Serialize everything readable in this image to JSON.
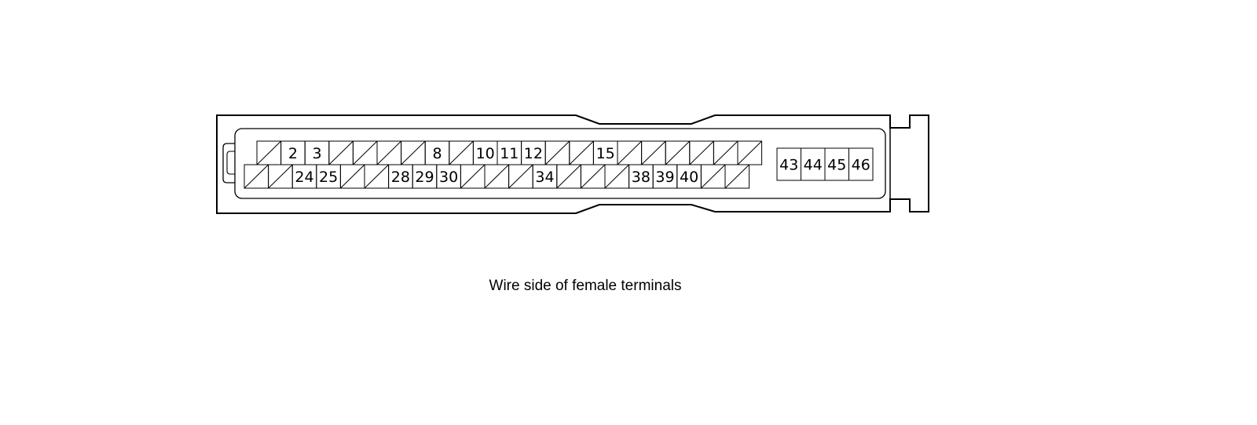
{
  "connector": {
    "top_row": [
      {
        "label": ""
      },
      {
        "label": "2"
      },
      {
        "label": "3"
      },
      {
        "label": ""
      },
      {
        "label": ""
      },
      {
        "label": ""
      },
      {
        "label": ""
      },
      {
        "label": "8"
      },
      {
        "label": ""
      },
      {
        "label": "10"
      },
      {
        "label": "11"
      },
      {
        "label": "12"
      },
      {
        "label": ""
      },
      {
        "label": ""
      },
      {
        "label": "15"
      },
      {
        "label": ""
      },
      {
        "label": ""
      },
      {
        "label": ""
      },
      {
        "label": ""
      },
      {
        "label": ""
      },
      {
        "label": ""
      }
    ],
    "bottom_row": [
      {
        "label": ""
      },
      {
        "label": ""
      },
      {
        "label": "24"
      },
      {
        "label": "25"
      },
      {
        "label": ""
      },
      {
        "label": ""
      },
      {
        "label": "28"
      },
      {
        "label": "29"
      },
      {
        "label": "30"
      },
      {
        "label": ""
      },
      {
        "label": ""
      },
      {
        "label": ""
      },
      {
        "label": "34"
      },
      {
        "label": ""
      },
      {
        "label": ""
      },
      {
        "label": ""
      },
      {
        "label": "38"
      },
      {
        "label": "39"
      },
      {
        "label": "40"
      },
      {
        "label": ""
      },
      {
        "label": ""
      }
    ],
    "side_block": [
      {
        "label": "43"
      },
      {
        "label": "44"
      },
      {
        "label": "45"
      },
      {
        "label": "46"
      }
    ]
  },
  "caption": "Wire side of female terminals"
}
